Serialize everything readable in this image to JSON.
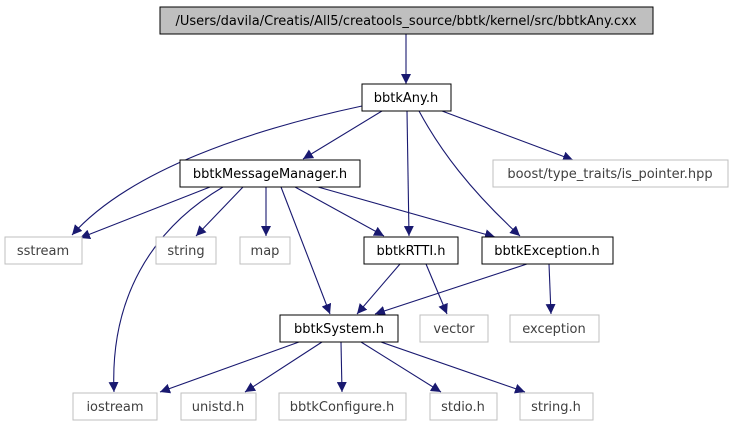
{
  "colors": {
    "edge": "#191970",
    "root_fill": "#bfbfbf",
    "node_border": "#000000",
    "external_border": "#bfbfbf",
    "external_text": "#404040",
    "background": "#ffffff"
  },
  "nodes": {
    "root": "/Users/davila/Creatis/All5/creatools_source/bbtk/kernel/src/bbtkAny.cxx",
    "bbtkAny": "bbtkAny.h",
    "boost": "boost/type_traits/is_pointer.hpp",
    "msgmgr": "bbtkMessageManager.h",
    "sstream": "sstream",
    "string": "string",
    "map": "map",
    "rtti": "bbtkRTTI.h",
    "exceptionh": "bbtkException.h",
    "system": "bbtkSystem.h",
    "vector": "vector",
    "exception": "exception",
    "iostream": "iostream",
    "unistd": "unistd.h",
    "configure": "bbtkConfigure.h",
    "stdio": "stdio.h",
    "stringh": "string.h"
  },
  "edges": [
    [
      "root",
      "bbtkAny"
    ],
    [
      "bbtkAny",
      "sstream"
    ],
    [
      "bbtkAny",
      "msgmgr"
    ],
    [
      "bbtkAny",
      "rtti"
    ],
    [
      "bbtkAny",
      "exceptionh"
    ],
    [
      "bbtkAny",
      "boost"
    ],
    [
      "msgmgr",
      "sstream"
    ],
    [
      "msgmgr",
      "string"
    ],
    [
      "msgmgr",
      "map"
    ],
    [
      "msgmgr",
      "rtti"
    ],
    [
      "msgmgr",
      "exceptionh"
    ],
    [
      "msgmgr",
      "system"
    ],
    [
      "msgmgr",
      "iostream"
    ],
    [
      "rtti",
      "system"
    ],
    [
      "rtti",
      "vector"
    ],
    [
      "exceptionh",
      "system"
    ],
    [
      "exceptionh",
      "exception"
    ],
    [
      "system",
      "iostream"
    ],
    [
      "system",
      "unistd"
    ],
    [
      "system",
      "configure"
    ],
    [
      "system",
      "stdio"
    ],
    [
      "system",
      "stringh"
    ]
  ]
}
